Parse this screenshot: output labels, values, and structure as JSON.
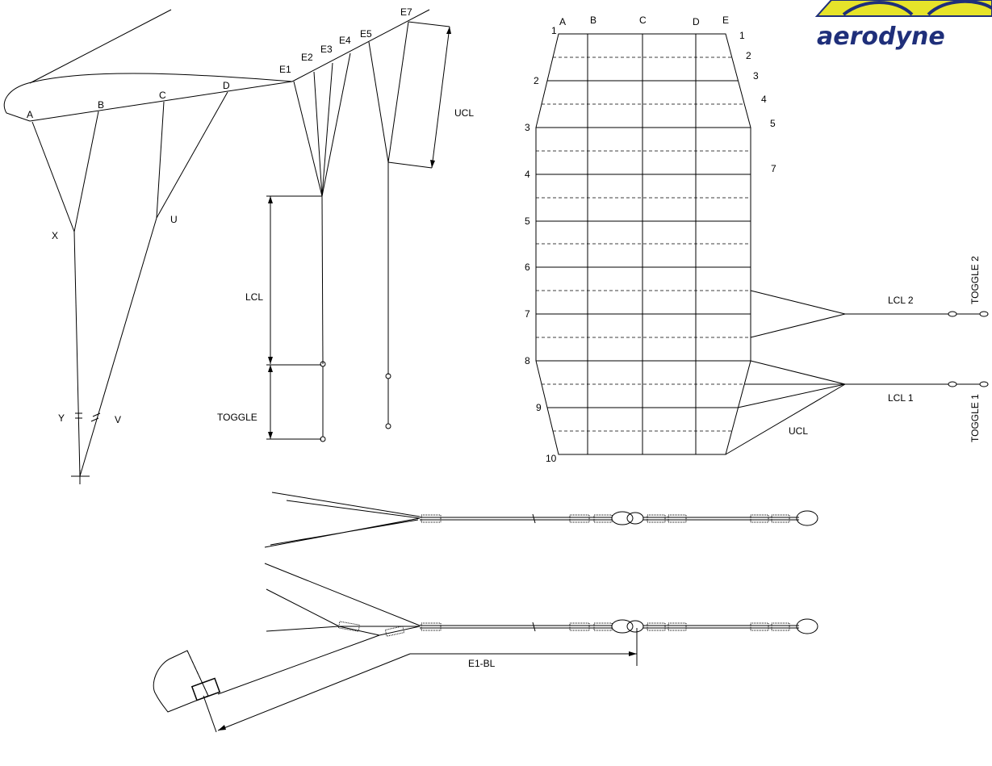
{
  "brand": {
    "logo_text": "aerodyne",
    "colors": {
      "logo_yellow": "#e6e32a",
      "logo_blue": "#1f2f7a"
    }
  },
  "side_view": {
    "row_labels": [
      "A",
      "B",
      "C",
      "D"
    ],
    "junction_labels": {
      "x": "X",
      "u": "U",
      "y": "Y",
      "v": "V"
    }
  },
  "brake_view": {
    "e_labels": [
      "E1",
      "E2",
      "E3",
      "E4",
      "E5",
      "E7"
    ],
    "lcl_label": "LCL",
    "toggle_label": "TOGGLE",
    "ucl_label": "UCL"
  },
  "plan_view": {
    "column_labels": [
      "A",
      "B",
      "C",
      "D",
      "E"
    ],
    "cell_numbers_left": [
      "1",
      "2",
      "3",
      "4",
      "5",
      "6",
      "7",
      "8",
      "9",
      "10"
    ],
    "cell_numbers_right": [
      "1",
      "2",
      "3",
      "4",
      "5",
      "7"
    ],
    "lcl2_label": "LCL 2",
    "lcl1_label": "LCL 1",
    "ucl_label": "UCL",
    "toggle2_label": "TOGGLE 2",
    "toggle1_label": "TOGGLE 1"
  },
  "line_detail": {
    "e1_bl_label": "E1-BL"
  }
}
